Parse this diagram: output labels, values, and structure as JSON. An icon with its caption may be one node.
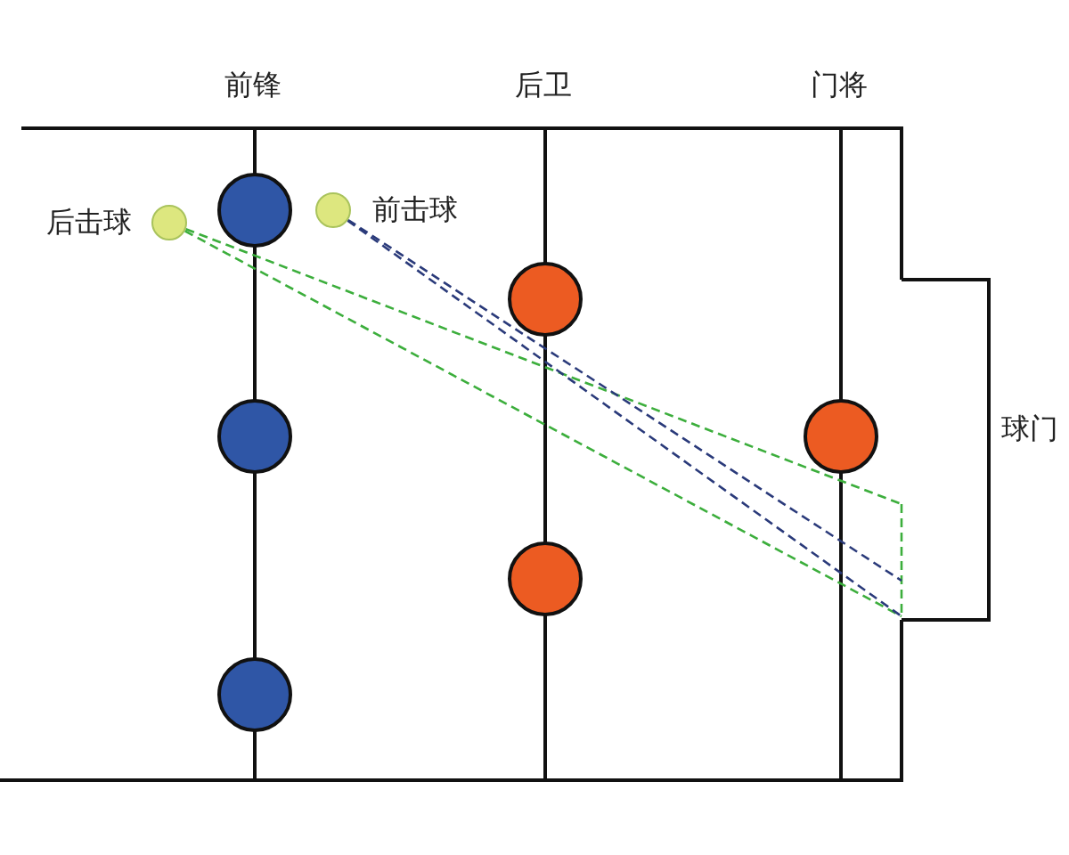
{
  "diagram": {
    "nodes": [
      {
        "text": [],
        "shape": "circle",
        "beside": [
          "后击球"
        ]
      },
      {
        "text": [],
        "shape": "circle",
        "beside": [
          "前击球"
        ]
      },
      {
        "text": [],
        "shape": "circle"
      },
      {
        "text": [],
        "shape": "circle"
      },
      {
        "text": [],
        "shape": "circle"
      },
      {
        "text": [],
        "shape": "circle"
      },
      {
        "text": [],
        "shape": "circle"
      },
      {
        "text": [],
        "shape": "circle"
      },
      {
        "text": [
          "球门"
        ]
      }
    ],
    "edges": [
      {
        "from": 0,
        "to": 8,
        "arrow": "none",
        "style": "dashed",
        "color": "#3cae3c"
      },
      {
        "from": 0,
        "to": 8,
        "arrow": "none",
        "style": "dashed",
        "color": "#3cae3c"
      },
      {
        "from": 1,
        "to": 8,
        "arrow": "none",
        "style": "dashed",
        "color": "#2a3a7a"
      },
      {
        "from": 1,
        "to": 8,
        "arrow": "none",
        "style": "dashed",
        "color": "#2a3a7a"
      }
    ],
    "labels": [
      "前锋",
      "后卫",
      "门将"
    ]
  }
}
